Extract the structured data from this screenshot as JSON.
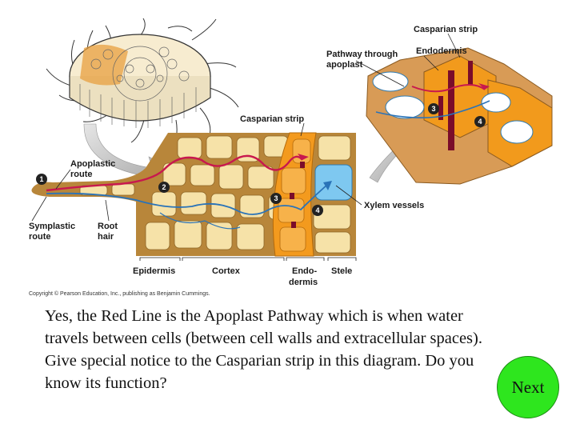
{
  "diagram": {
    "labels": {
      "casparian_strip_top": "Casparian strip",
      "pathway_line1": "Pathway through",
      "pathway_line2": "apoplast",
      "endodermis_top": "Endodermis",
      "casparian_strip_main": "Casparian strip",
      "apoplastic_line1": "Apoplastic",
      "apoplastic_line2": "route",
      "symplastic_line1": "Symplastic",
      "symplastic_line2": "route",
      "root_hair_line1": "Root",
      "root_hair_line2": "hair",
      "xylem_vessels": "Xylem vessels",
      "epidermis": "Epidermis",
      "cortex": "Cortex",
      "endodermis_line1": "Endo-",
      "endodermis_line2": "dermis",
      "stele": "Stele"
    },
    "markers": {
      "m1": "1",
      "m2": "2",
      "m3": "3",
      "m4": "4",
      "inset_m3": "3",
      "inset_m4": "4"
    },
    "copyright": "Copyright © Pearson Education, Inc., publishing as Benjamin Cummings."
  },
  "caption": "Yes, the Red Line is the Apoplast Pathway which is when water travels between cells (between cell walls and extracellular spaces). Give special notice to the Casparian strip in this diagram. Do you know its function?",
  "next_button": "Next",
  "colors": {
    "cell_wall": "#b8863a",
    "cell_fill": "#f6e2a8",
    "endodermis": "#f39a1e",
    "apoplast_path": "#c8184e",
    "symplast_path": "#2a73b8",
    "xylem": "#7ec8f0",
    "next_button": "#2ee61e"
  }
}
